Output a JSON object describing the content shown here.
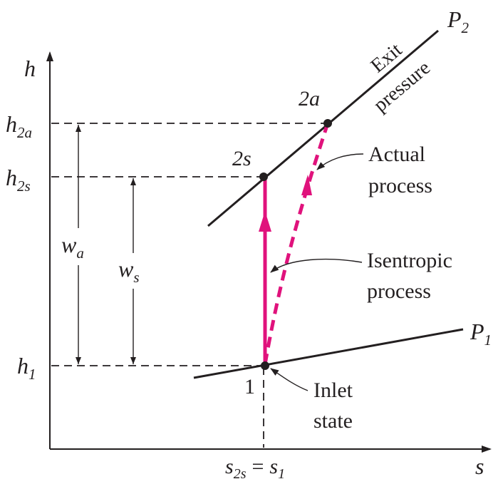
{
  "axes": {
    "y_label": "h",
    "x_label": "s"
  },
  "levels": {
    "h2a": {
      "main": "h",
      "sub": "2a"
    },
    "h2s": {
      "main": "h",
      "sub": "2s"
    },
    "h1": {
      "main": "h",
      "sub": "1"
    }
  },
  "work": {
    "wa": {
      "main": "w",
      "sub": "a"
    },
    "ws": {
      "main": "w",
      "sub": "s"
    }
  },
  "points": {
    "p1": "1",
    "p2s": "2s",
    "p2a": "2a"
  },
  "isobars": {
    "p2": {
      "main": "P",
      "sub": "2"
    },
    "p1": {
      "main": "P",
      "sub": "1"
    },
    "exit_line1": "Exit",
    "exit_line2": "pressure"
  },
  "annotations": {
    "actual_line1": "Actual",
    "actual_line2": "process",
    "isentropic_line1": "Isentropic",
    "isentropic_line2": "process",
    "inlet_line1": "Inlet",
    "inlet_line2": "state"
  },
  "x_tick": {
    "s2s_main": "s",
    "s2s_sub": "2s",
    "eq": "=",
    "s1_main": "s",
    "s1_sub": "1"
  },
  "colors": {
    "process": "#e0127c",
    "line": "#231f20"
  }
}
